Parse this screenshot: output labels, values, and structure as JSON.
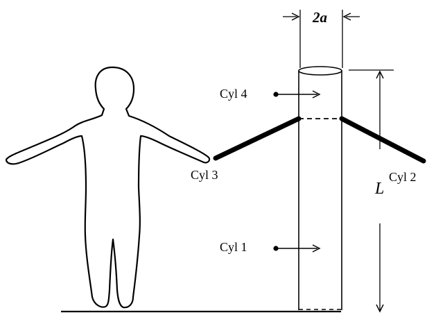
{
  "labels": {
    "cyl1": "Cyl 1",
    "cyl2": "Cyl 2",
    "cyl3": "Cyl 3",
    "cyl4": "Cyl 4",
    "diameter": "2a",
    "length": "L"
  },
  "colors": {
    "ink": "#000000",
    "background": "#ffffff"
  }
}
